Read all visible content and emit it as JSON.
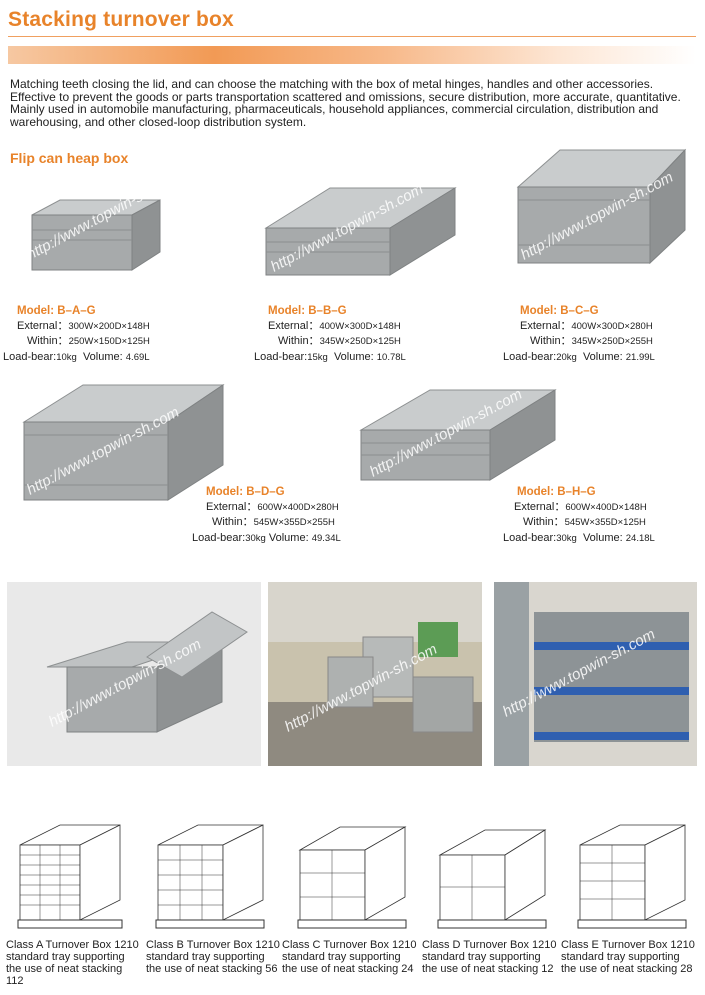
{
  "page": {
    "title": "Stacking turnover box",
    "intro": "Matching teeth closing the lid, and can choose the matching with the box of metal hinges, handles and other accessories. Effective to prevent the goods or parts transportation scattered and omissions, secure distribution, more accurate, quantitative. Mainly used in automobile manufacturing, pharmaceuticals, household appliances, commercial circulation, distribution and warehousing, and other closed-loop distribution system.",
    "subtitle": "Flip can heap box",
    "watermark": "http://www.topwin-sh.com"
  },
  "products": [
    {
      "model": "Model: B–A–G",
      "external_label": "External：",
      "external": "300W×200D×148H",
      "within_label": "Within：",
      "within": "250W×150D×125H",
      "loadbear_label": "Load-bear:",
      "loadbear": "10kg",
      "volume_label": "Volume:",
      "volume": "4.69L"
    },
    {
      "model": "Model: B–B–G",
      "external_label": "External：",
      "external": "400W×300D×148H",
      "within_label": "Within：",
      "within": "345W×250D×125H",
      "loadbear_label": "Load-bear:",
      "loadbear": "15kg",
      "volume_label": "Volume:",
      "volume": "10.78L"
    },
    {
      "model": "Model: B–C–G",
      "external_label": "External：",
      "external": "400W×300D×280H",
      "within_label": "Within：",
      "within": "345W×250D×255H",
      "loadbear_label": "Load-bear:",
      "loadbear": "20kg",
      "volume_label": "Volume:",
      "volume": "21.99L"
    },
    {
      "model": "Model: B–D–G",
      "external_label": "External：",
      "external": "600W×400D×280H",
      "within_label": "Within：",
      "within": "545W×355D×255H",
      "loadbear_label": "Load-bear:",
      "loadbear": "30kg",
      "volume_label": "Volume:",
      "volume": "49.34L"
    },
    {
      "model": "Model: B–H–G",
      "external_label": "External：",
      "external": "600W×400D×148H",
      "within_label": "Within：",
      "within": "545W×355D×125H",
      "loadbear_label": "Load-bear:",
      "loadbear": "30kg",
      "volume_label": "Volume:",
      "volume": "24.18L"
    }
  ],
  "stacking": [
    {
      "caption": "Class A Turnover Box 1210 standard tray supporting the use of neat stacking 112"
    },
    {
      "caption": "Class B Turnover Box 1210 standard tray supporting the use of neat stacking 56"
    },
    {
      "caption": "Class C Turnover Box 1210 standard tray supporting the use of neat stacking 24"
    },
    {
      "caption": "Class D Turnover Box 1210 standard tray supporting the use of neat stacking 12"
    },
    {
      "caption": "Class E Turnover Box 1210 standard tray supporting the use of neat stacking 28"
    }
  ],
  "colors": {
    "accent": "#e8832a",
    "box_gray": "#a7aaab"
  }
}
